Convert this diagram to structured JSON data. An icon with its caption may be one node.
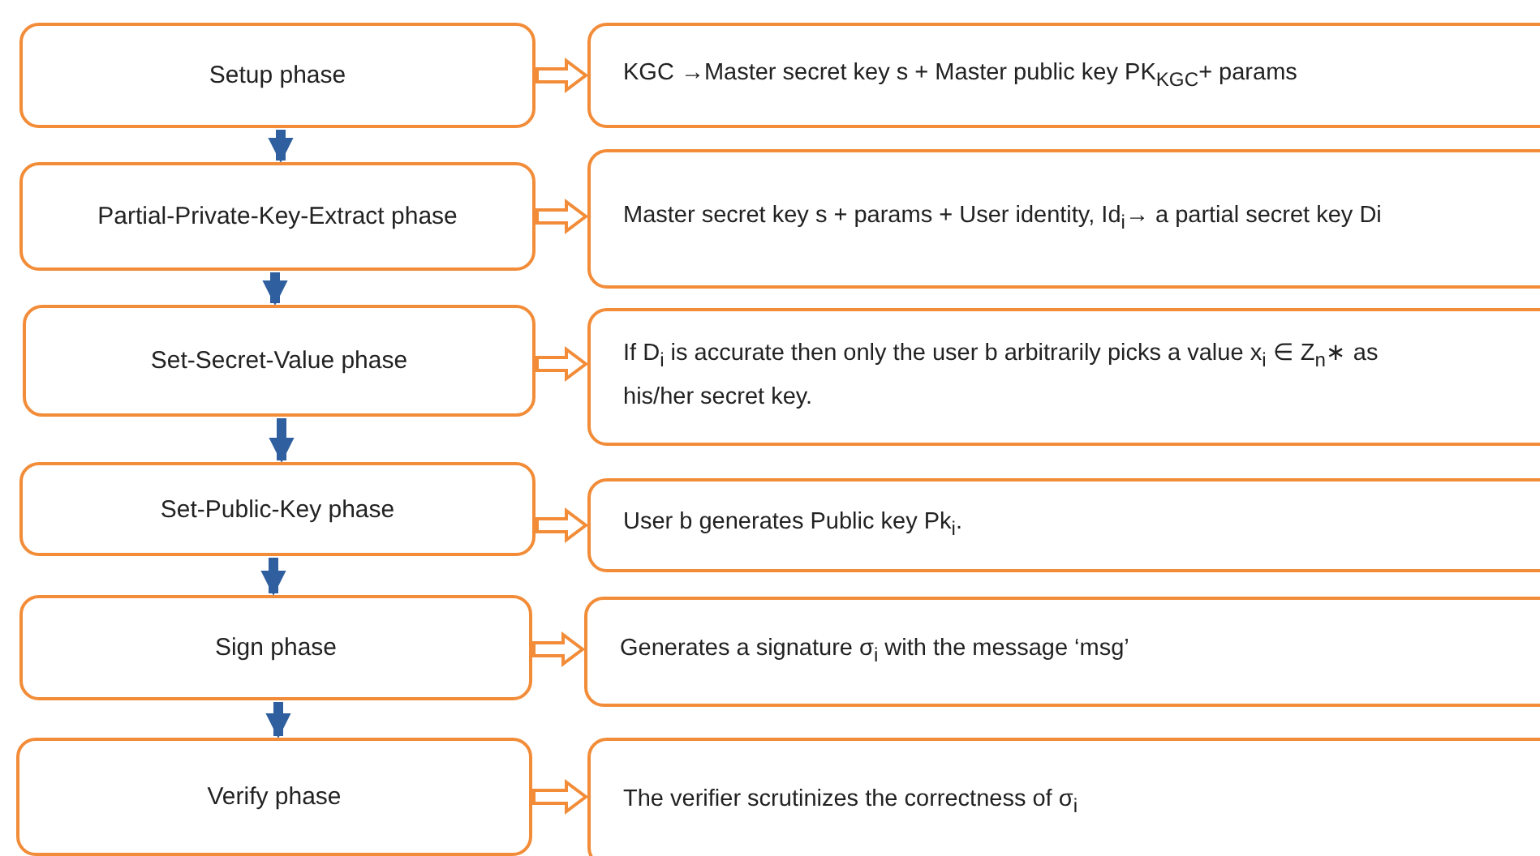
{
  "diagram": {
    "nodes": [
      {
        "text": [
          "Setup phase"
        ]
      },
      {
        "text": [
          "KGC →Master secret key s + Master public key PK$_{KGC}$+ params"
        ]
      },
      {
        "text": [
          "Partial-Private-Key-Extract phase"
        ]
      },
      {
        "text": [
          "Master secret key s + params + User identity, Id$_{i}$→ a partial secret key Di"
        ]
      },
      {
        "text": [
          "Set-Secret-Value phase"
        ]
      },
      {
        "text": [
          "If D$_{i}$ is accurate then only the user b arbitrarily picks a value x$_{i}$ ∈ Z$_{n}$∗ as his/her secret key."
        ]
      },
      {
        "text": [
          "Set-Public-Key phase"
        ]
      },
      {
        "text": [
          "User b generates Public key Pk$_{i}$."
        ]
      },
      {
        "text": [
          "Sign phase"
        ]
      },
      {
        "text": [
          "Generates a signature σ$_{i}$ with the message ‘msg’"
        ]
      },
      {
        "text": [
          "Verify phase"
        ]
      },
      {
        "text": [
          "The verifier scrutinizes the correctness of σ$_{i}$"
        ]
      }
    ],
    "edges": [
      {
        "from": 0,
        "to": 1,
        "arrow": "to"
      },
      {
        "from": 2,
        "to": 3,
        "arrow": "to"
      },
      {
        "from": 4,
        "to": 5,
        "arrow": "to"
      },
      {
        "from": 6,
        "to": 7,
        "arrow": "to"
      },
      {
        "from": 8,
        "to": 9,
        "arrow": "to"
      },
      {
        "from": 10,
        "to": 11,
        "arrow": "to"
      },
      {
        "from": 0,
        "to": 2,
        "arrow": "to",
        "color": "#2f5f9e"
      },
      {
        "from": 2,
        "to": 4,
        "arrow": "to",
        "color": "#2f5f9e"
      },
      {
        "from": 4,
        "to": 6,
        "arrow": "to",
        "color": "#2f5f9e"
      },
      {
        "from": 6,
        "to": 8,
        "arrow": "to",
        "color": "#2f5f9e"
      },
      {
        "from": 8,
        "to": 10,
        "arrow": "to",
        "color": "#2f5f9e"
      }
    ]
  }
}
